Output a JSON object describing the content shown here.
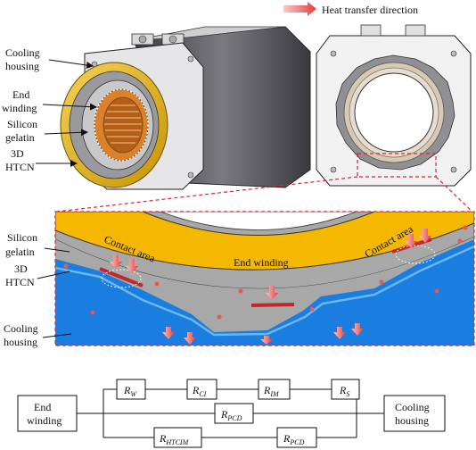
{
  "legend": {
    "heat_transfer": "Heat transfer direction"
  },
  "motor_labels": {
    "cooling_housing_1": "Cooling",
    "cooling_housing_2": "housing",
    "end_winding_1": "End",
    "end_winding_2": "winding",
    "silicon_1": "Silicon",
    "silicon_2": "gelatin",
    "htcn_1": "3D",
    "htcn_2": "HTCN"
  },
  "detail_labels": {
    "silicon_1": "Silicon",
    "silicon_2": "gelatin",
    "htcn_1": "3D",
    "htcn_2": "HTCN",
    "cooling_1": "Cooling",
    "cooling_2": "housing",
    "contact_left": "Contact area",
    "contact_right": "Contact area",
    "end_winding": "End winding"
  },
  "circuit": {
    "left_node_1": "End",
    "left_node_2": "winding",
    "right_node_1": "Cooling",
    "right_node_2": "housing",
    "rw": {
      "main": "R",
      "sub": "W"
    },
    "rci": {
      "main": "R",
      "sub": "CI"
    },
    "rim": {
      "main": "R",
      "sub": "IM"
    },
    "rs": {
      "main": "R",
      "sub": "S"
    },
    "rpcd_mid": {
      "main": "R",
      "sub": "PCD"
    },
    "rhtcim": {
      "main": "R",
      "sub": "HTCIM"
    },
    "rpcd_bot": {
      "main": "R",
      "sub": "PCD"
    }
  },
  "colors": {
    "heat_arrow": "#f04a4a",
    "end_winding": "#f5b800",
    "cooling": "#1a7de0",
    "silicon": "#a8a8a8",
    "htcn": "#c0282d",
    "dashed": "#d9282d"
  }
}
